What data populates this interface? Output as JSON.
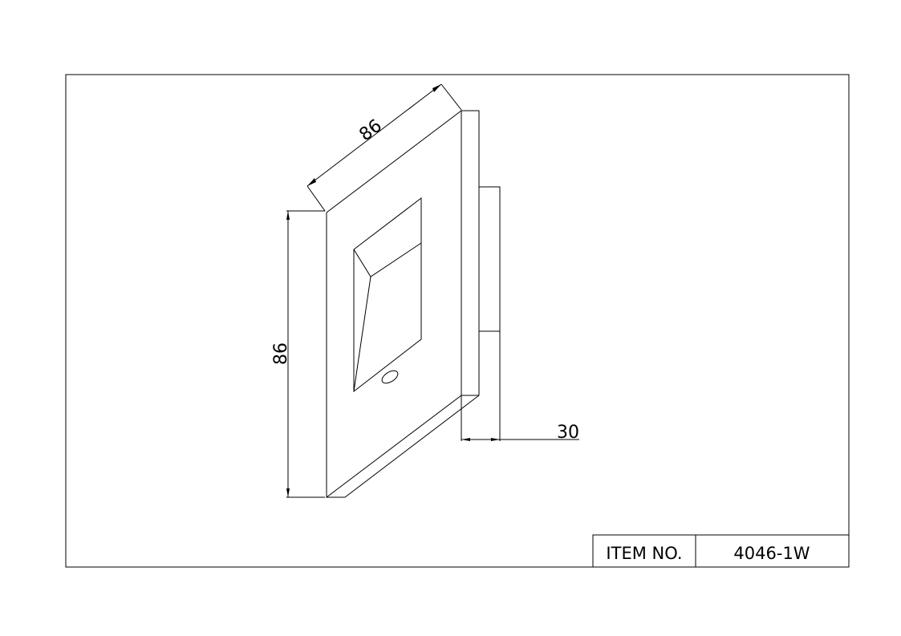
{
  "dimensions": {
    "width_label": "86",
    "height_label": "86",
    "depth_label": "30"
  },
  "title_block": {
    "item_label": "ITEM NO.",
    "item_value": "4046-1W"
  }
}
